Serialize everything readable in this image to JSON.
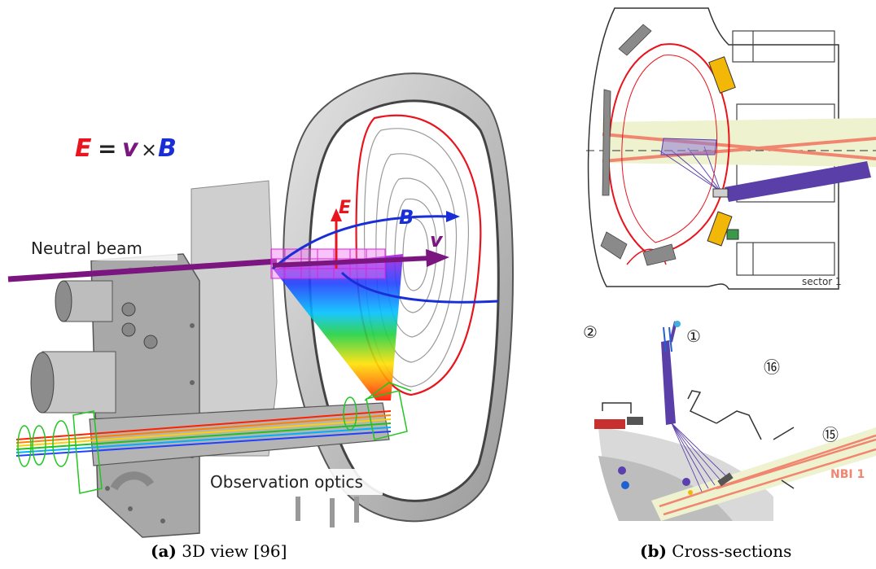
{
  "panel_a": {
    "equation": {
      "e": "E",
      "eq": "=",
      "v": "v",
      "times": "×",
      "b": "B"
    },
    "labels": {
      "neutral_beam": "Neutral beam",
      "observation_optics": "Observation optics",
      "e_vec": "E",
      "b_vec": "B",
      "v_vec": "v"
    },
    "caption": {
      "tag": "(a)",
      "text": "3D view [96]"
    }
  },
  "panel_b": {
    "labels": {
      "sector": "sector 1",
      "port_2": "②",
      "port_1": "①",
      "port_16": "⑯",
      "port_15": "⑮",
      "nbi": "NBI 1"
    },
    "caption": {
      "tag": "(b)",
      "text": "Cross-sections"
    }
  },
  "colors": {
    "e_red": "#e8141e",
    "v_purple": "#7b1680",
    "b_blue": "#1a2ed8",
    "nbi_salmon": "#f08670",
    "beam_band": "#eef2cf",
    "optics_purple": "#5b3fa8"
  }
}
